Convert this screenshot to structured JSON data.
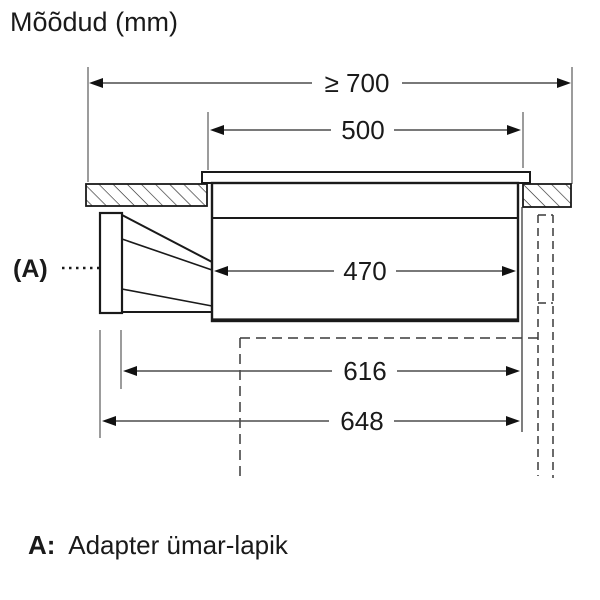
{
  "title": "Mõõdud (mm)",
  "diagram": {
    "type": "technical-dimension-drawing",
    "dimensions": {
      "clearance_width": {
        "label": "≥ 700"
      },
      "cutout_width": {
        "label": "500"
      },
      "body_width": {
        "label": "470"
      },
      "depth_inner": {
        "label": "616"
      },
      "depth_total": {
        "label": "648"
      }
    },
    "callout": {
      "label": "(A)"
    }
  },
  "legend": {
    "key": "A:",
    "text": "Adapter ümar-lapik"
  },
  "colors": {
    "line": "#1a1a1a",
    "dim_line": "#4d4d4d",
    "ext_line": "#5a5a5a",
    "background": "#ffffff"
  }
}
